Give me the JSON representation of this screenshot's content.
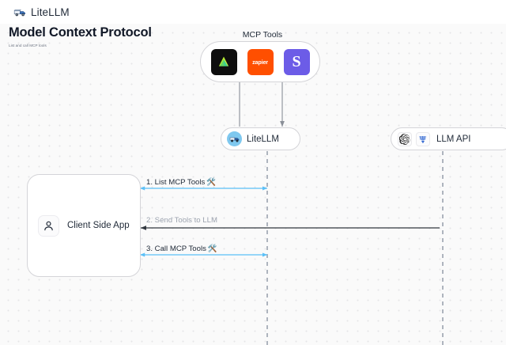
{
  "header": {
    "brand_name": "LiteLLM",
    "brand_logo_icon": "truck-icon"
  },
  "title_block": {
    "title": "Model Context Protocol",
    "subtitle": "List and call MCP tools"
  },
  "diagram": {
    "type": "sequence-diagram",
    "mcp_group": {
      "label": "MCP Tools",
      "tools": [
        {
          "name": "supabase",
          "icon": "supabase-triangle-icon",
          "bg": "#0e0e0e",
          "fg": "#3ecf8e"
        },
        {
          "name": "zapier",
          "icon": "zapier-wordmark-icon",
          "label": "zapier",
          "bg": "#ff4f00",
          "fg": "#ffffff"
        },
        {
          "name": "slack",
          "icon": "slack-s-icon",
          "label": "S",
          "bg": "#6c5ce7",
          "fg": "#ffffff"
        }
      ]
    },
    "nodes": [
      {
        "id": "litellm",
        "label": "LiteLLM",
        "icon": "litellm-avatar-icon"
      },
      {
        "id": "llm-api",
        "label": "LLM API",
        "icons": [
          "openai-logo-icon",
          "anthropic-logo-icon"
        ]
      },
      {
        "id": "client-side-app",
        "label": "Client Side App",
        "icon": "user-person-icon"
      }
    ],
    "steps": [
      {
        "number": "1.",
        "text": "1. List MCP Tools",
        "emoji": "🛠️",
        "color": "#5bc0f8",
        "direction": "bidirectional"
      },
      {
        "number": "2.",
        "text": "2. Send Tools to LLM",
        "emoji": "",
        "color": "#4b5563",
        "direction": "left"
      },
      {
        "number": "3.",
        "text": "3. Call MCP Tools",
        "emoji": "🛠️",
        "color": "#5bc0f8",
        "direction": "bidirectional"
      }
    ],
    "colors": {
      "canvas_bg": "#fafafa",
      "dot_grid": "#e6e6e8",
      "node_border": "#d4d4d8",
      "lifeline": "#9ca3af",
      "accent_blue": "#5bc0f8",
      "arrow_dark": "#4b5563"
    }
  }
}
